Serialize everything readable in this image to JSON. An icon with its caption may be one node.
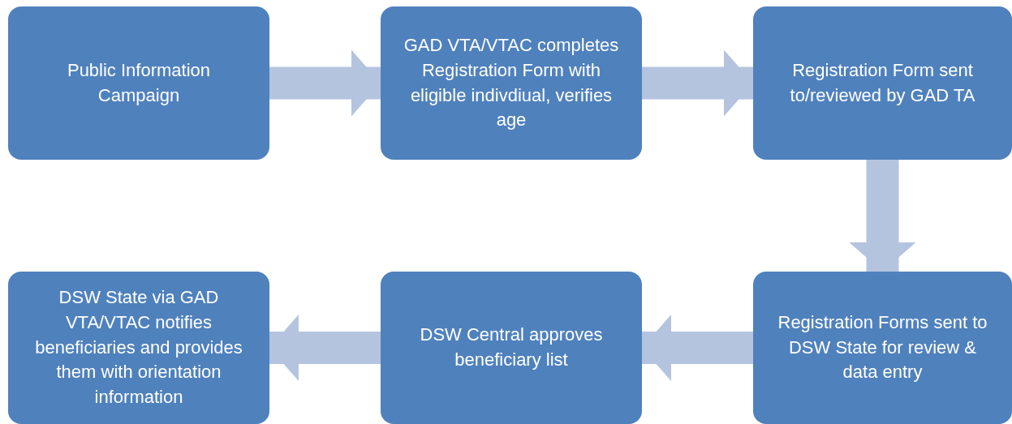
{
  "diagram": {
    "nodes": [
      {
        "text": [
          "Public Information Campaign"
        ]
      },
      {
        "text": [
          "GAD VTA/VTAC completes Registration Form with eligible indivdiual, verifies age"
        ]
      },
      {
        "text": [
          "Registration Form sent to/reviewed by GAD TA"
        ]
      },
      {
        "text": [
          "Registration Forms sent to DSW State for review & data entry"
        ]
      },
      {
        "text": [
          "DSW Central approves beneficiary list"
        ]
      },
      {
        "text": [
          "DSW State via GAD VTA/VTAC notifies beneficiaries and provides them with orientation information"
        ]
      }
    ],
    "edges": [
      {
        "from": 0,
        "to": 1,
        "arrow": "to"
      },
      {
        "from": 1,
        "to": 2,
        "arrow": "to"
      },
      {
        "from": 2,
        "to": 3,
        "arrow": "to"
      },
      {
        "from": 3,
        "to": 4,
        "arrow": "to"
      },
      {
        "from": 4,
        "to": 5,
        "arrow": "to"
      }
    ]
  }
}
